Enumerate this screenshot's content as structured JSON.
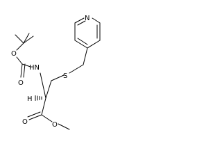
{
  "molecule": {
    "atoms": {
      "pyridine_n": "N",
      "thioether_s": "S",
      "amide_nh": "HN",
      "alpha_h": "H",
      "carbamate_o_ester": "O",
      "carbamate_o_carbonyl": "O",
      "ester_o_carbonyl": "O",
      "ester_o_methoxy": "O"
    }
  }
}
